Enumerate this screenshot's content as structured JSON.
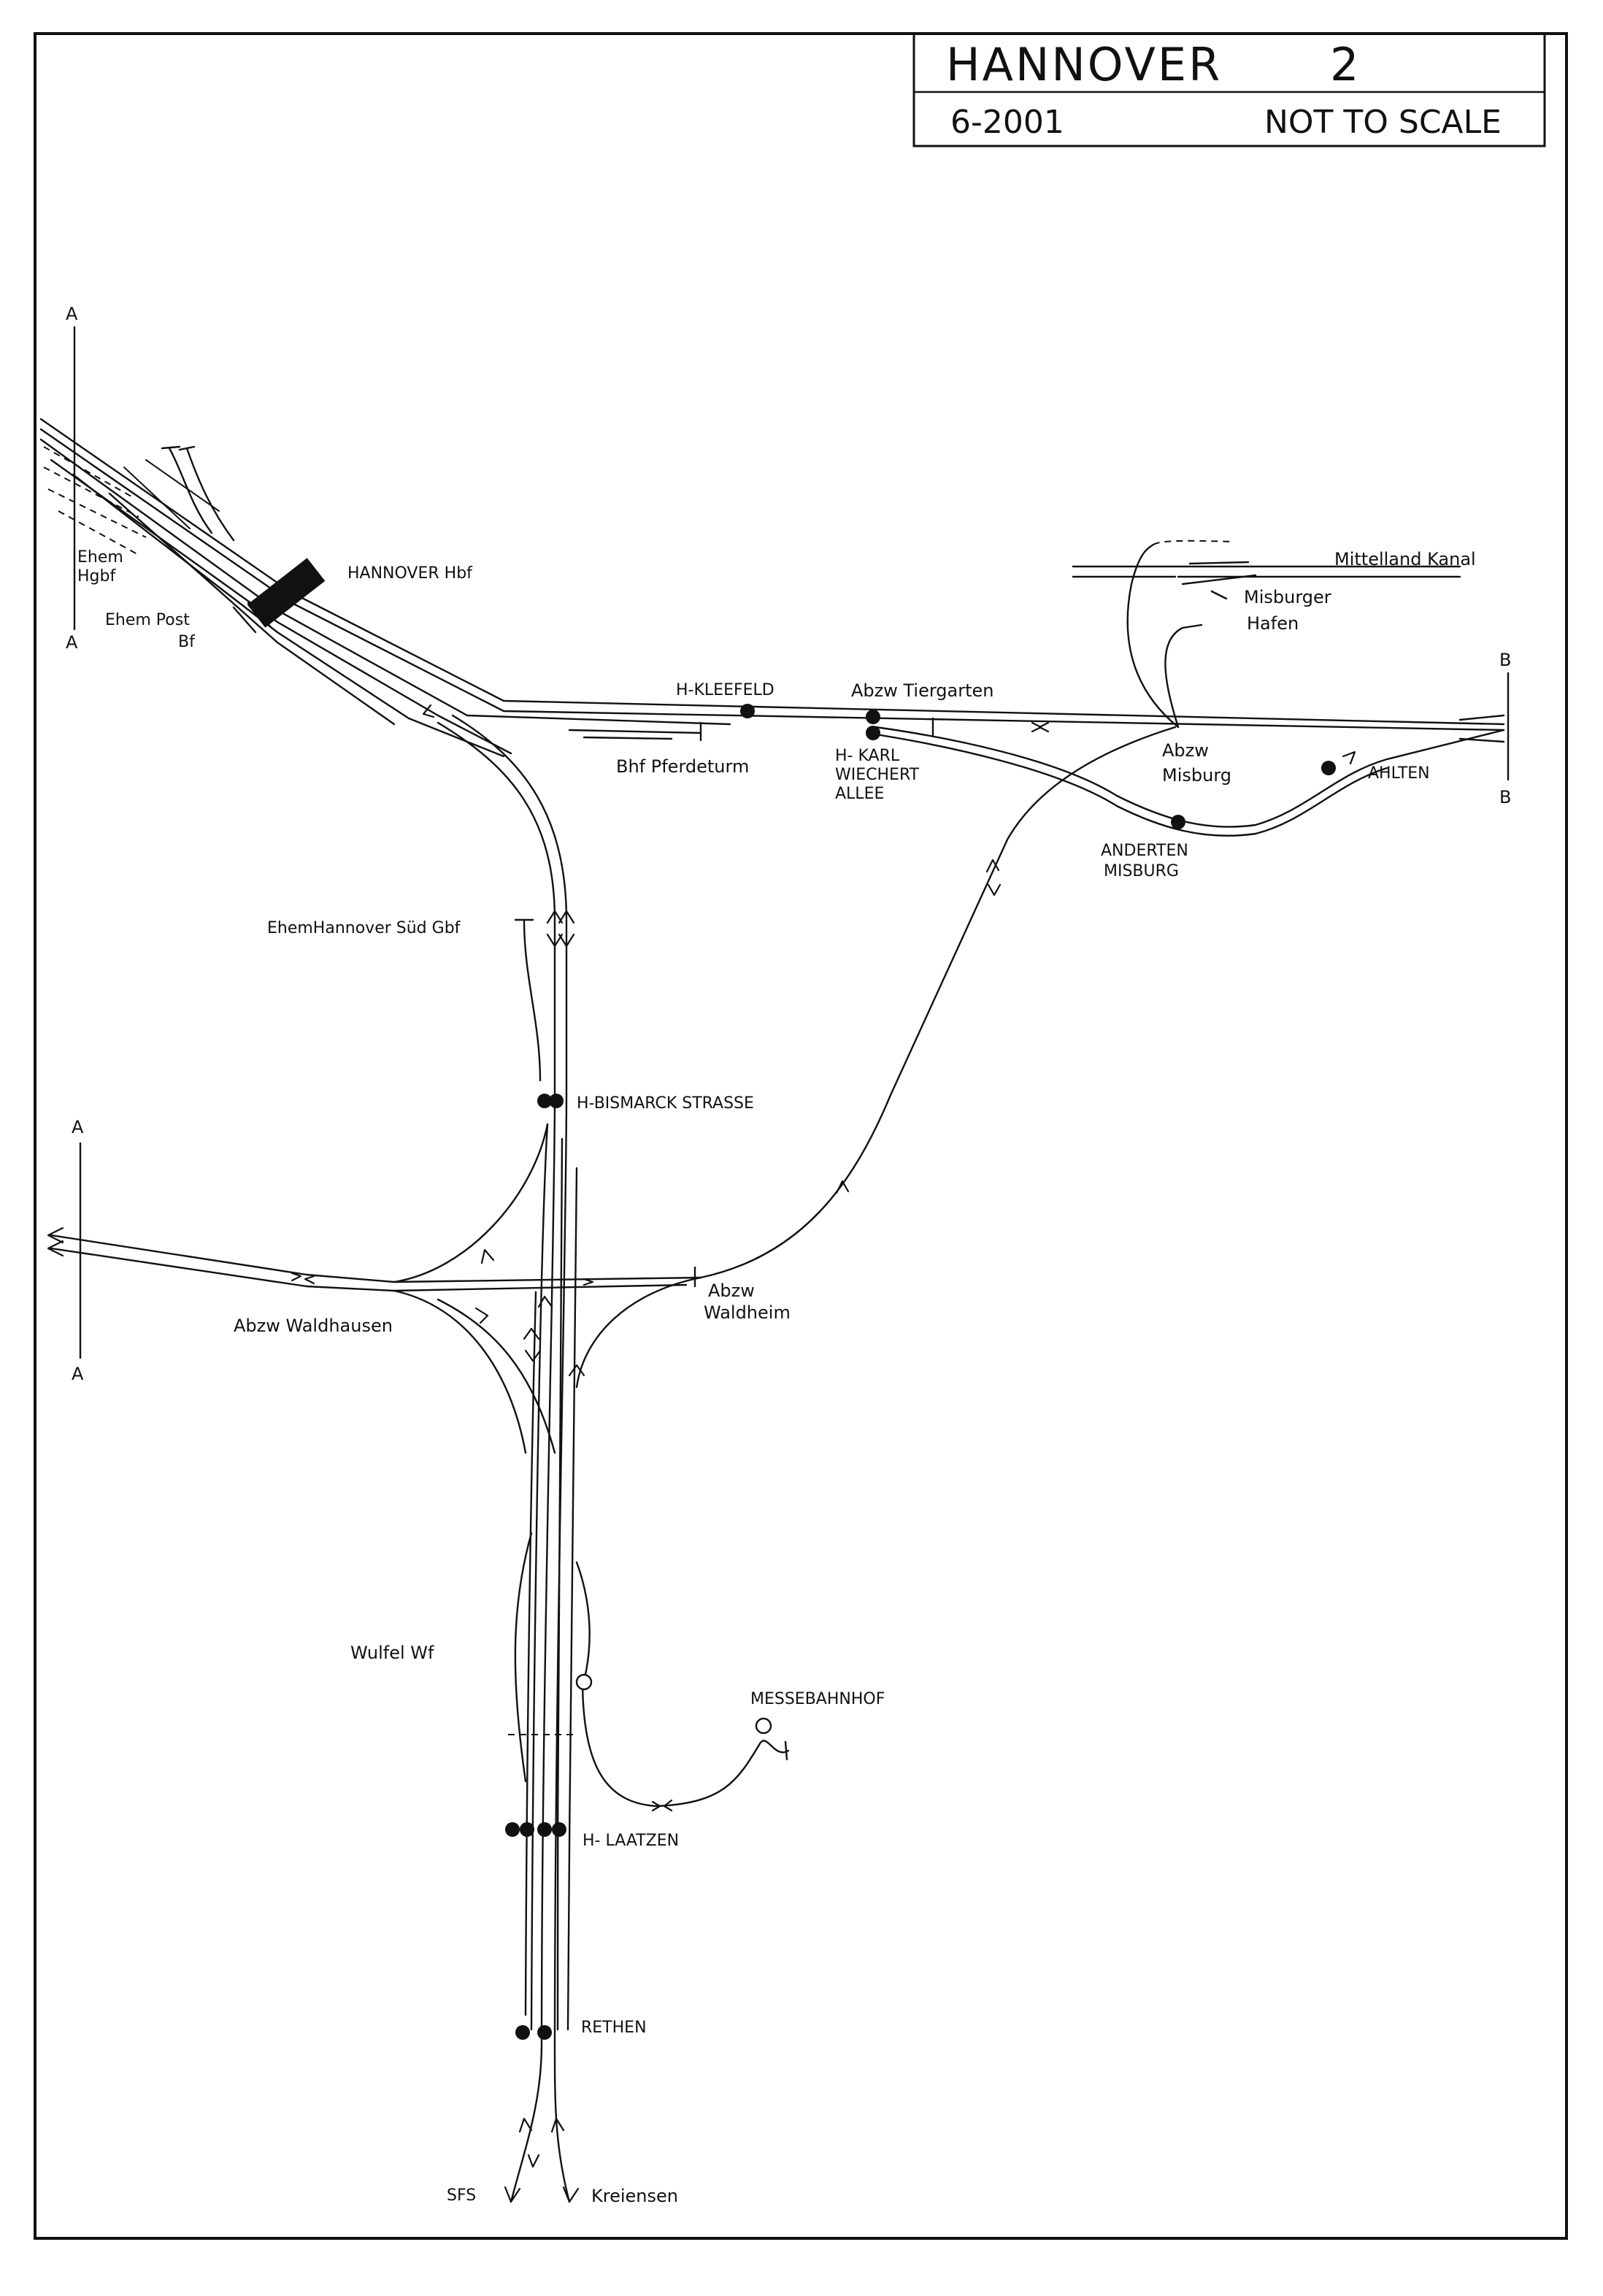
{
  "header": {
    "title": "HANNOVER",
    "sheet_number": "2",
    "date": "6-2001",
    "scale_note": "NOT TO SCALE"
  },
  "section_marks": {
    "a_top_upper": "A",
    "a_top_lower": "A",
    "a_mid_upper": "A",
    "a_mid_lower": "A",
    "b_upper": "B",
    "b_lower": "B"
  },
  "labels": {
    "ehem_hgbf_1": "Ehem",
    "ehem_hgbf_2": "Hgbf",
    "ehem_post_1": "Ehem Post",
    "ehem_post_2": "Bf",
    "hannover_hbf": "HANNOVER Hbf",
    "mittelland_kanal": "Mittelland Kanal",
    "misburger_hafen_1": "Misburger",
    "misburger_hafen_2": "Hafen",
    "h_kleefeld": "H-KLEEFELD",
    "abzw_tiergarten": "Abzw Tiergarten",
    "bhf_pferdeturm": "Bhf Pferdeturm",
    "h_karl_1": "H- KARL",
    "h_karl_2": "WIECHERT",
    "h_karl_3": "ALLEE",
    "abzw_misburg_1": "Abzw",
    "abzw_misburg_2": "Misburg",
    "ahlten": "AHLTEN",
    "anderten_1": "ANDERTEN",
    "anderten_2": "MISBURG",
    "ehem_hannover_sued": "EhemHannover Süd Gbf",
    "h_bismarck": "H-BISMARCK STRASSE",
    "abzw_waldhausen": "Abzw Waldhausen",
    "abzw_waldheim_1": "Abzw",
    "abzw_waldheim_2": "Waldheim",
    "wulfel": "Wulfel  Wf",
    "messebahnhof": "MESSEBAHNHOF",
    "h_laatzen": "H- LAATZEN",
    "rethen": "RETHEN",
    "sfs": "SFS",
    "kreiensen": "Kreiensen"
  }
}
